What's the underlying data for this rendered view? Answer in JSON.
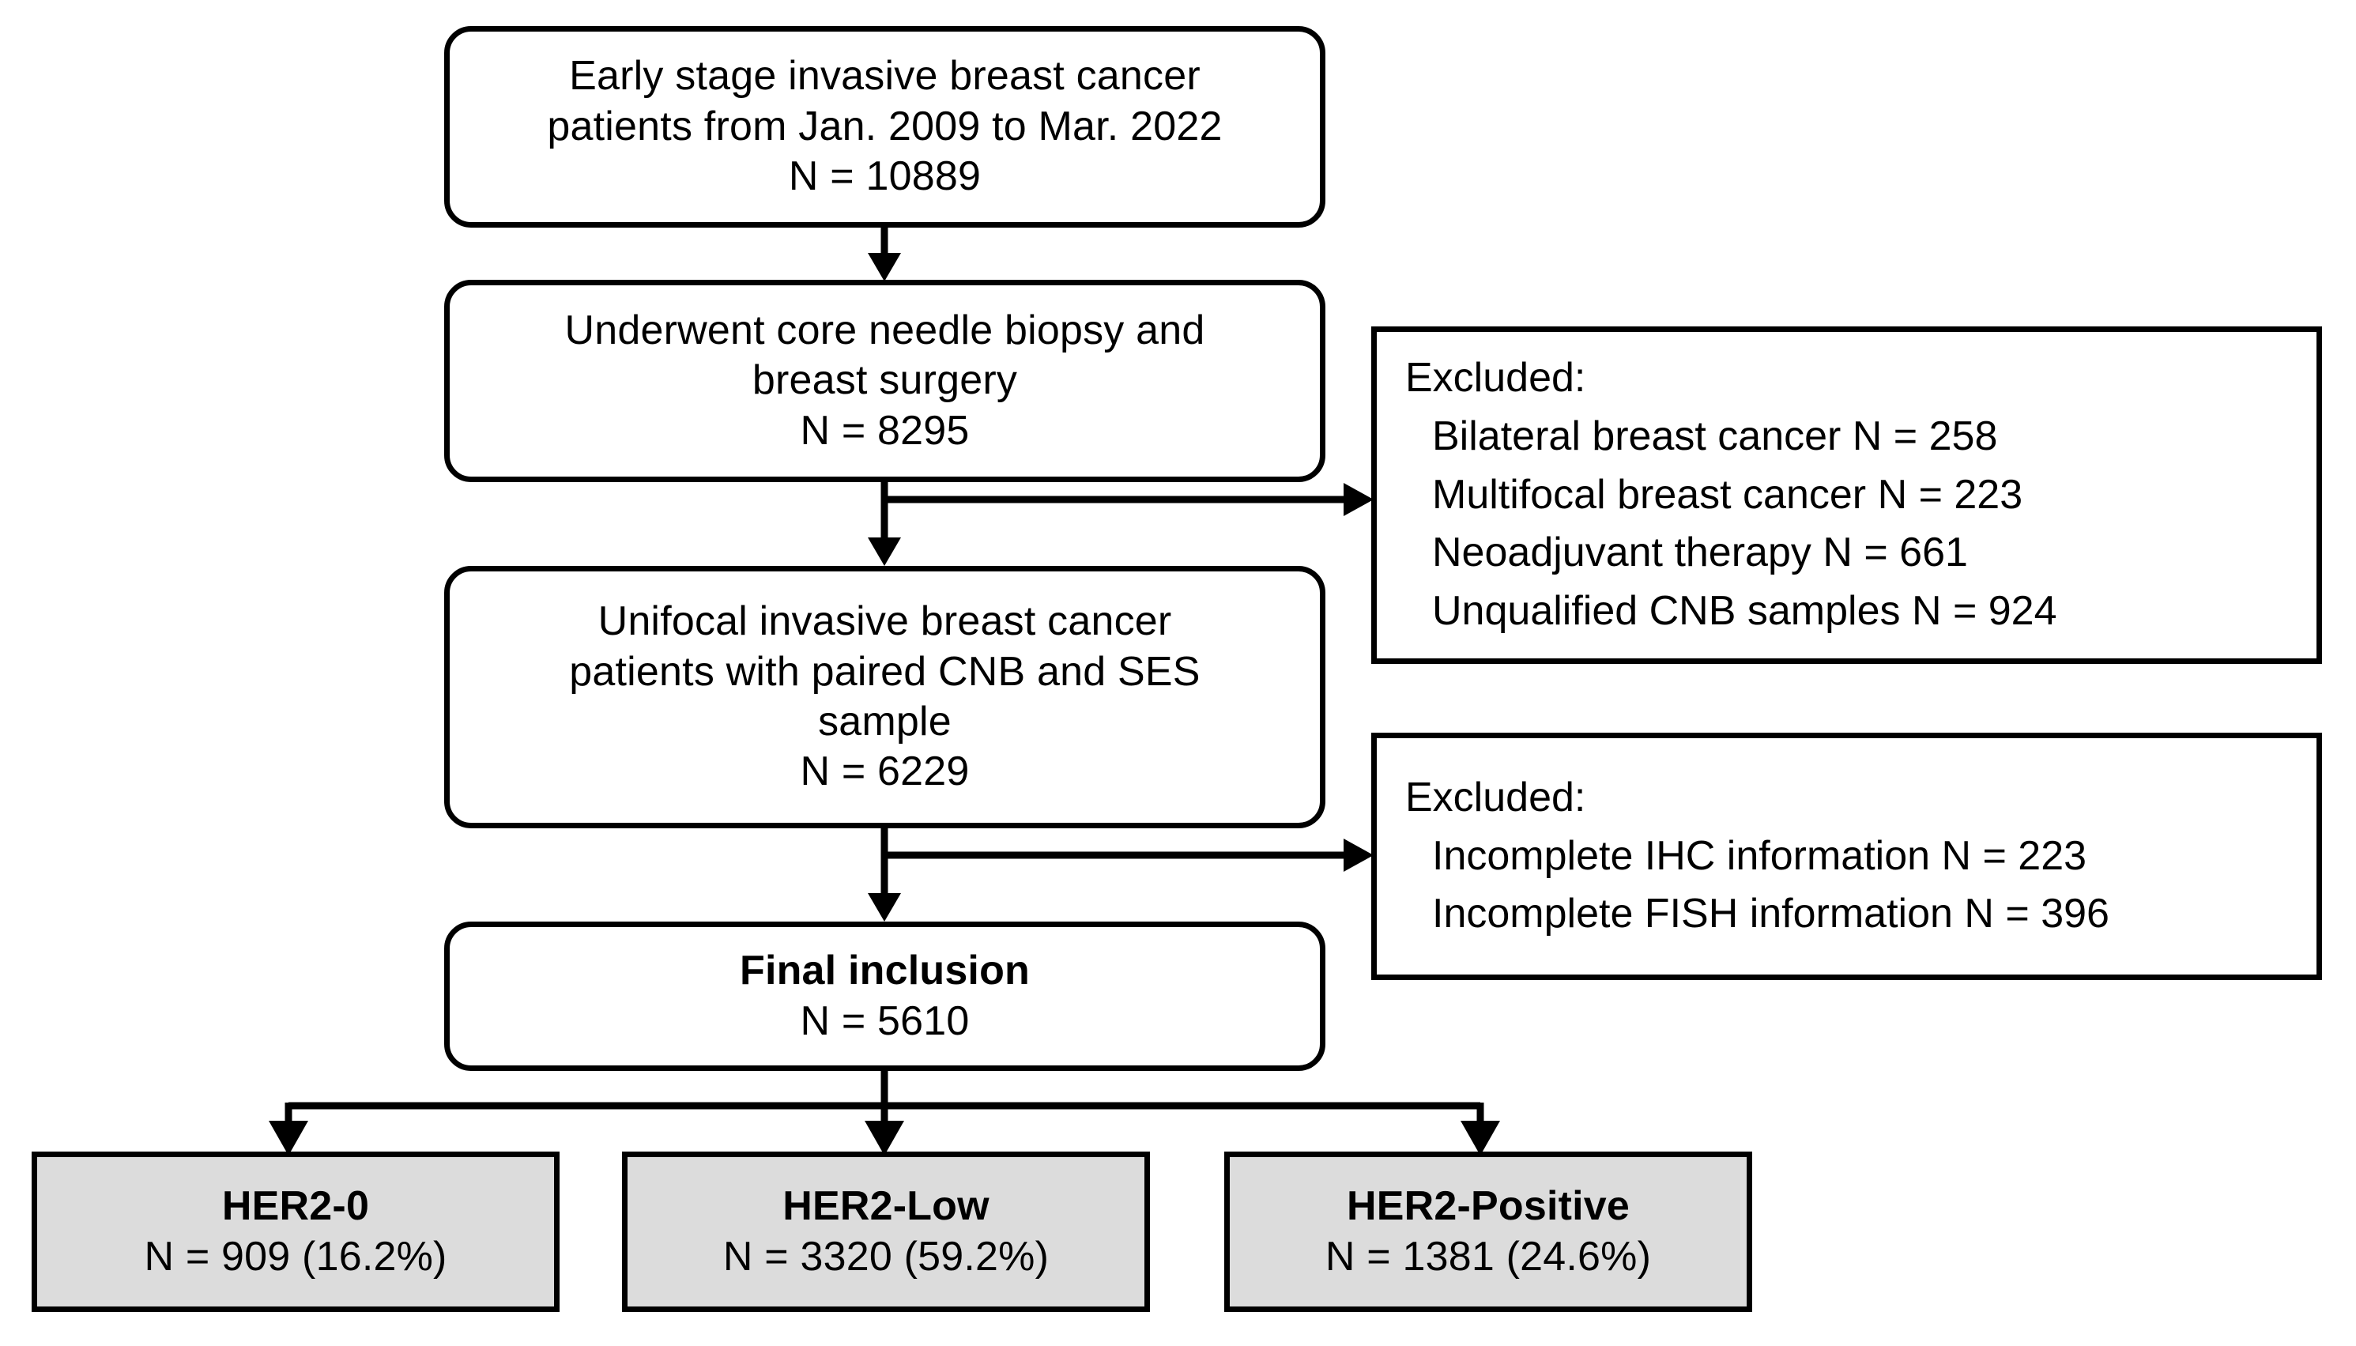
{
  "diagram": {
    "title": "Study patient selection flowchart",
    "colors": {
      "stroke": "#000000",
      "box_fill": "#ffffff",
      "group_fill": "#dcdcdc",
      "text": "#000000"
    },
    "main_flow": [
      {
        "id": "eligible",
        "lines": [
          "Early stage invasive breast cancer",
          "patients from Jan. 2009 to Mar. 2022",
          "N = 10889"
        ],
        "bold_lines": []
      },
      {
        "id": "biopsy-surgery",
        "lines": [
          "Underwent core needle biopsy and",
          "breast surgery",
          "N = 8295"
        ],
        "bold_lines": []
      },
      {
        "id": "unifocal-paired",
        "lines": [
          "Unifocal invasive breast cancer",
          "patients with paired CNB and SES",
          "sample",
          "N = 6229"
        ],
        "bold_lines": []
      },
      {
        "id": "final-inclusion",
        "lines": [
          "Final inclusion",
          "N = 5610"
        ],
        "bold_lines": [
          0
        ]
      }
    ],
    "exclusions": [
      {
        "id": "exclusion-1",
        "title": "Excluded:",
        "items": [
          "Bilateral breast cancer N = 258",
          "Multifocal breast cancer N = 223",
          "Neoadjuvant therapy N = 661",
          "Unqualified CNB samples N = 924"
        ]
      },
      {
        "id": "exclusion-2",
        "title": "Excluded:",
        "items": [
          "Incomplete IHC information N = 223",
          "Incomplete FISH information N = 396"
        ]
      }
    ],
    "groups": [
      {
        "id": "her2-0",
        "label": "HER2-0",
        "count": "N = 909 (16.2%)"
      },
      {
        "id": "her2-low",
        "label": "HER2-Low",
        "count": "N = 3320 (59.2%)"
      },
      {
        "id": "her2-positive",
        "label": "HER2-Positive",
        "count": "N = 1381 (24.6%)"
      }
    ]
  },
  "chart_data": {
    "type": "flowchart",
    "title": "Patient selection flow (CONSORT-style)",
    "nodes": [
      {
        "step": 1,
        "label": "Early stage invasive breast cancer patients from Jan. 2009 to Mar. 2022",
        "n": 10889
      },
      {
        "step": 2,
        "label": "Underwent core needle biopsy and breast surgery",
        "n": 8295
      },
      {
        "step": 3,
        "label": "Unifocal invasive breast cancer patients with paired CNB and SES sample",
        "n": 6229
      },
      {
        "step": 4,
        "label": "Final inclusion",
        "n": 5610
      }
    ],
    "exclusions": [
      {
        "after_step": 2,
        "reason": "Bilateral breast cancer",
        "n": 258
      },
      {
        "after_step": 2,
        "reason": "Multifocal breast cancer",
        "n": 223
      },
      {
        "after_step": 2,
        "reason": "Neoadjuvant therapy",
        "n": 661
      },
      {
        "after_step": 2,
        "reason": "Unqualified CNB samples",
        "n": 924
      },
      {
        "after_step": 3,
        "reason": "Incomplete IHC information",
        "n": 223
      },
      {
        "after_step": 3,
        "reason": "Incomplete FISH information",
        "n": 396
      }
    ],
    "final_groups": [
      {
        "label": "HER2-0",
        "n": 909,
        "percent": 16.2
      },
      {
        "label": "HER2-Low",
        "n": 3320,
        "percent": 59.2
      },
      {
        "label": "HER2-Positive",
        "n": 1381,
        "percent": 24.6
      }
    ]
  }
}
